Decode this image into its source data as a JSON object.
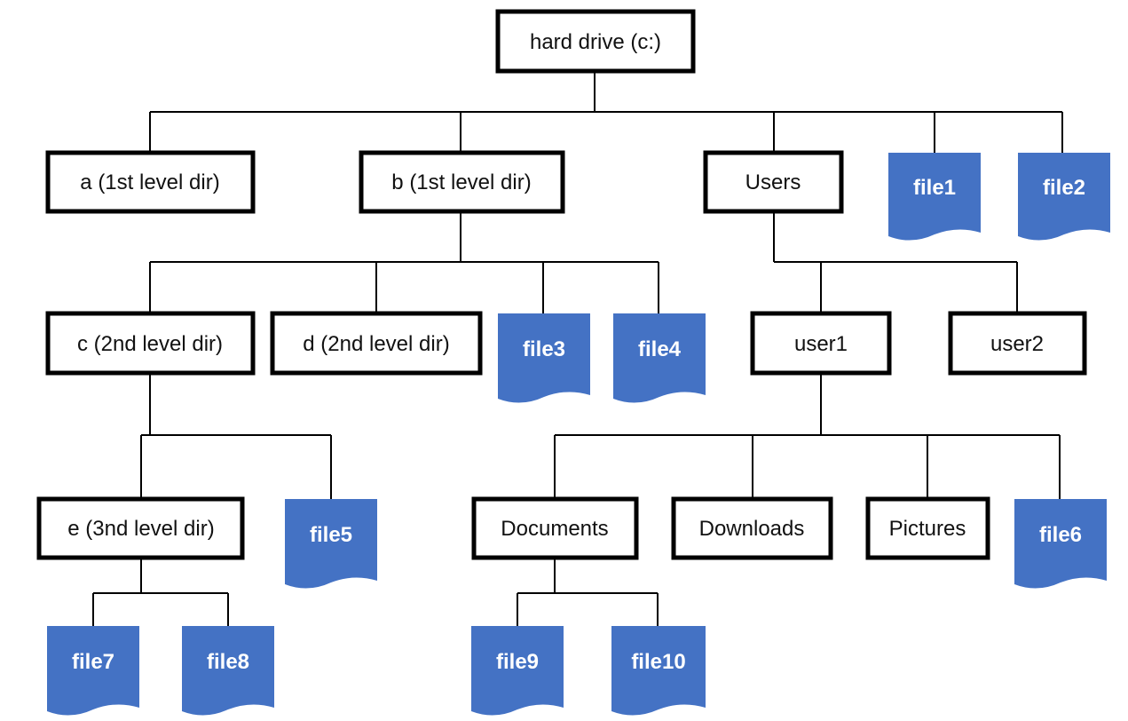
{
  "colors": {
    "file_fill": "#4472c4",
    "dir_border": "#000000",
    "file_text": "#ffffff",
    "dir_text": "#111111"
  },
  "root": "hard drive (c:)",
  "dirs": {
    "a": "a (1st level dir)",
    "b": "b (1st level dir)",
    "users": "Users",
    "c": "c (2nd level dir)",
    "d": "d (2nd level dir)",
    "user1": "user1",
    "user2": "user2",
    "e": "e (3nd level dir)",
    "documents": "Documents",
    "downloads": "Downloads",
    "pictures": "Pictures"
  },
  "files": {
    "file1": "file1",
    "file2": "file2",
    "file3": "file3",
    "file4": "file4",
    "file5": "file5",
    "file6": "file6",
    "file7": "file7",
    "file8": "file8",
    "file9": "file9",
    "file10": "file10"
  }
}
